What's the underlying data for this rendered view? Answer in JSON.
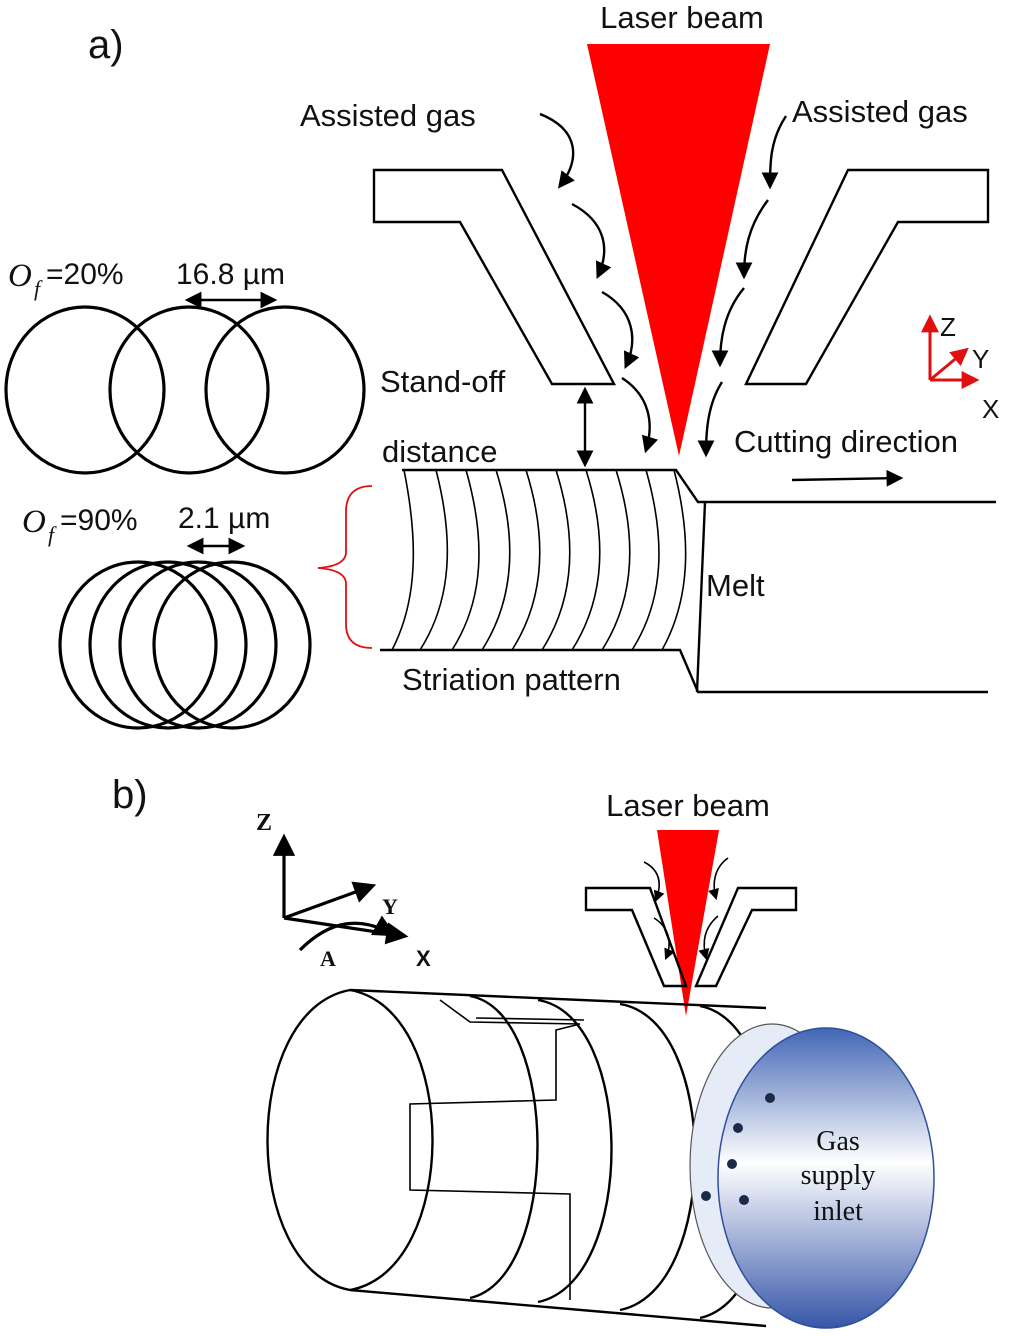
{
  "panel_a": {
    "label": "a)",
    "laser_label": "Laser beam",
    "gas_left": "Assisted gas",
    "gas_right": "Assisted gas",
    "standoff_1": "Stand-off",
    "standoff_2": "distance",
    "cutting": "Cutting direction",
    "melt": "Melt",
    "striation": "Striation pattern",
    "axis_z": "Z",
    "axis_y": "Y",
    "axis_x": "X",
    "overlap_20_sym": "O",
    "overlap_20_sub": "f",
    "overlap_20_val": "=20%",
    "spacing_20": "16.8 µm",
    "overlap_90_sym": "O",
    "overlap_90_sub": "f",
    "overlap_90_val": "=90%",
    "spacing_90": "2.1 µm"
  },
  "panel_b": {
    "label": "b)",
    "laser_label": "Laser beam",
    "axis_z": "Z",
    "axis_y": "Y",
    "axis_x": "X",
    "axis_a": "A",
    "inlet_1": "Gas",
    "inlet_2": "supply",
    "inlet_3": "inlet"
  },
  "colors": {
    "laser": "#ff0000",
    "axes_a": "#e01010",
    "inlet": "#3a5fb0"
  }
}
